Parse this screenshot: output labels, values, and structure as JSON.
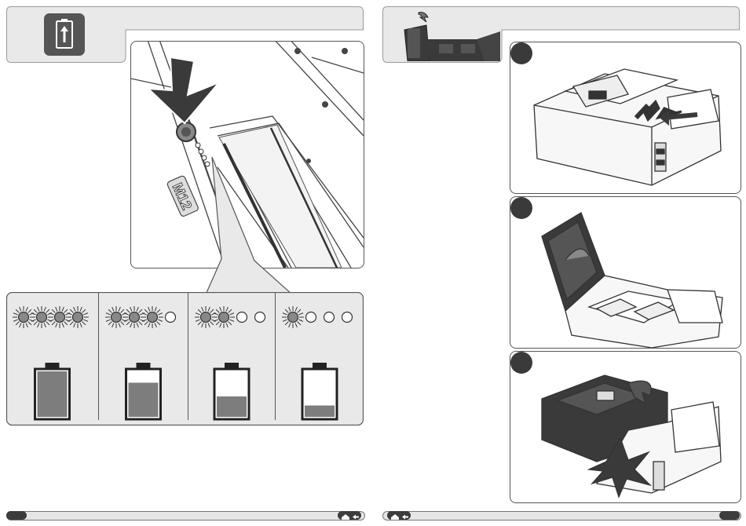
{
  "page": {
    "left": {
      "header_icon": "battery-charge-icon",
      "main_illustration": "charger-slot-press-illustration",
      "stamp_text": "M12",
      "charge_levels": [
        {
          "leds_on": 4,
          "leds_total": 4,
          "fill_fraction": 1.0
        },
        {
          "leds_on": 3,
          "leds_total": 4,
          "fill_fraction": 0.75
        },
        {
          "leds_on": 2,
          "leds_total": 4,
          "fill_fraction": 0.45
        },
        {
          "leds_on": 1,
          "leds_total": 4,
          "fill_fraction": 0.25
        }
      ]
    },
    "right": {
      "header_icon": "box-lid-open-icon",
      "steps": [
        {
          "illustration": "insert-cable-illustration"
        },
        {
          "illustration": "open-lid-illustration"
        },
        {
          "illustration": "close-lid-illustration"
        }
      ]
    },
    "footer": {
      "left_nav_icon": "home-back-icon",
      "right_nav_icon": "home-back-icon"
    },
    "colors": {
      "header_bg": "#e9e9e9",
      "dark": "#3a3a3a",
      "battery_fill": "#7d7d7d"
    }
  }
}
